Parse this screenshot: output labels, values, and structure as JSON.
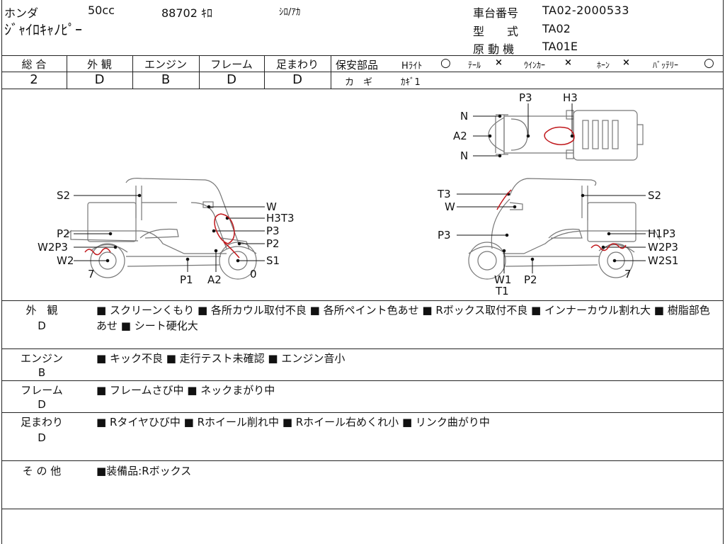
{
  "header": {
    "maker": "ホンダ",
    "displacement": "50cc",
    "mileage": "88702 ｷﾛ",
    "color": "ｼﾛ/ｱｶ",
    "model_name": "ｼﾞｬｲﾛｷｬﾉﾋﾟｰ",
    "chassis_label": "車台番号",
    "chassis_value": "TA02-2000533",
    "type_label": "型　　式",
    "type_value": "TA02",
    "engine_label": "原 動 機",
    "engine_value": "TA01E"
  },
  "grades": [
    {
      "label": "総 合",
      "value": "2"
    },
    {
      "label": "外 観",
      "value": "D"
    },
    {
      "label": "エンジン",
      "value": "B"
    },
    {
      "label": "フレーム",
      "value": "D"
    },
    {
      "label": "足まわり",
      "value": "D"
    }
  ],
  "safety": {
    "label": "保安部品",
    "items": [
      {
        "name": "Hﾗｲﾄ",
        "mark": "○"
      },
      {
        "name": "ﾃｰﾙ",
        "mark": "×"
      },
      {
        "name": "ｳｲﾝｶｰ",
        "mark": "×"
      },
      {
        "name": "ﾎｰﾝ",
        "mark": "×"
      },
      {
        "name": "ﾊﾞｯﾃﾘｰ",
        "mark": "○"
      }
    ],
    "key_label": "カ　ギ",
    "key_value": "ｶｷﾞ1"
  },
  "diagram": {
    "top_labels": [
      "P3",
      "H3",
      "N",
      "A2",
      "N"
    ],
    "left_labels": [
      "S2",
      "W",
      "H3T3",
      "P3",
      "P2",
      "P2",
      "W2P3",
      "W2",
      "S1",
      "7",
      "P1",
      "A2",
      "0"
    ],
    "right_labels": [
      "T3",
      "W",
      "S2",
      "P3",
      "H1P3",
      "W2P3",
      "W2S1",
      "7",
      "W1",
      "T1",
      "P2"
    ]
  },
  "sections": [
    {
      "label": "外　観",
      "grade": "D",
      "text": "■ スクリーンくもり ■ 各所カウル取付不良 ■ 各所ペイント色あせ ■ Rボックス取付不良 ■ インナーカウル割れ大 ■ 樹脂部色あせ ■ シート硬化大"
    },
    {
      "label": "エンジン",
      "grade": "B",
      "text": "■ キック不良 ■ 走行テスト未確認 ■ エンジン音小"
    },
    {
      "label": "フレーム",
      "grade": "D",
      "text": "■ フレームさび中 ■ ネックまがり中"
    },
    {
      "label": "足まわり",
      "grade": "D",
      "text": "■ Rタイヤひび中 ■ Rホイール削れ中 ■ Rホイール右めくれ小 ■ リンク曲がり中"
    },
    {
      "label": "そ の 他",
      "grade": "",
      "text": "■装備品:Rボックス"
    }
  ]
}
